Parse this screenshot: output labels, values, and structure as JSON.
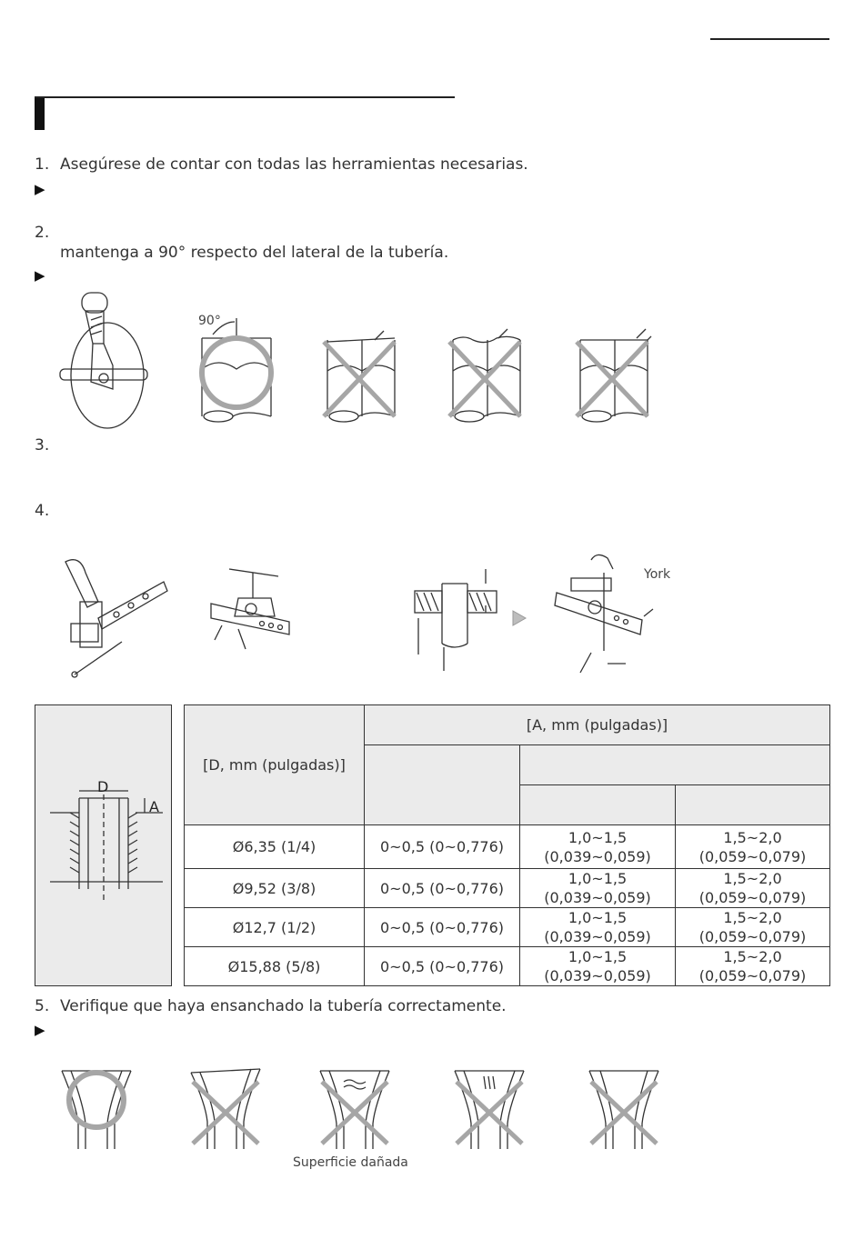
{
  "steps": {
    "s1": {
      "num": "1.",
      "text": "Asegúrese de contar con todas las herramientas necesarias."
    },
    "s2": {
      "num": "2.",
      "line2": "mantenga a 90° respecto del lateral de la tubería."
    },
    "s3": {
      "num": "3."
    },
    "s4": {
      "num": "4."
    },
    "s5": {
      "num": "5.",
      "text": "Verifique que haya ensanchado la tubería correctamente."
    }
  },
  "bullets": [
    "▶",
    "▶",
    "▶"
  ],
  "figures": {
    "angle_label": "90°",
    "york_label": "York",
    "damaged_label": "Superficie dañada",
    "detail_D": "D",
    "detail_A": "A"
  },
  "table": {
    "col_d_header": "[D, mm (pulgadas)]",
    "col_a_header": "[A, mm (pulgadas)]",
    "rows": [
      {
        "d": "Ø6,35 (1/4)",
        "a1": "0~0,5 (0~0,776)",
        "a2_1": "1,0~1,5",
        "a2_2": "(0,039~0,059)",
        "a3_1": "1,5~2,0",
        "a3_2": "(0,059~0,079)"
      },
      {
        "d": "Ø9,52 (3/8)",
        "a1": "0~0,5 (0~0,776)",
        "a2_1": "1,0~1,5",
        "a2_2": "(0,039~0,059)",
        "a3_1": "1,5~2,0",
        "a3_2": "(0,059~0,079)"
      },
      {
        "d": "Ø12,7 (1/2)",
        "a1": "0~0,5 (0~0,776)",
        "a2_1": "1,0~1,5",
        "a2_2": "(0,039~0,059)",
        "a3_1": "1,5~2,0",
        "a3_2": "(0,059~0,079)"
      },
      {
        "d": "Ø15,88 (5/8)",
        "a1": "0~0,5 (0~0,776)",
        "a2_1": "1,0~1,5",
        "a2_2": "(0,039~0,059)",
        "a3_1": "1,5~2,0",
        "a3_2": "(0,059~0,079)"
      }
    ]
  },
  "colors": {
    "mark_grey": "#a6a6a6",
    "header_bg": "#ebebeb",
    "ink": "#333333"
  }
}
